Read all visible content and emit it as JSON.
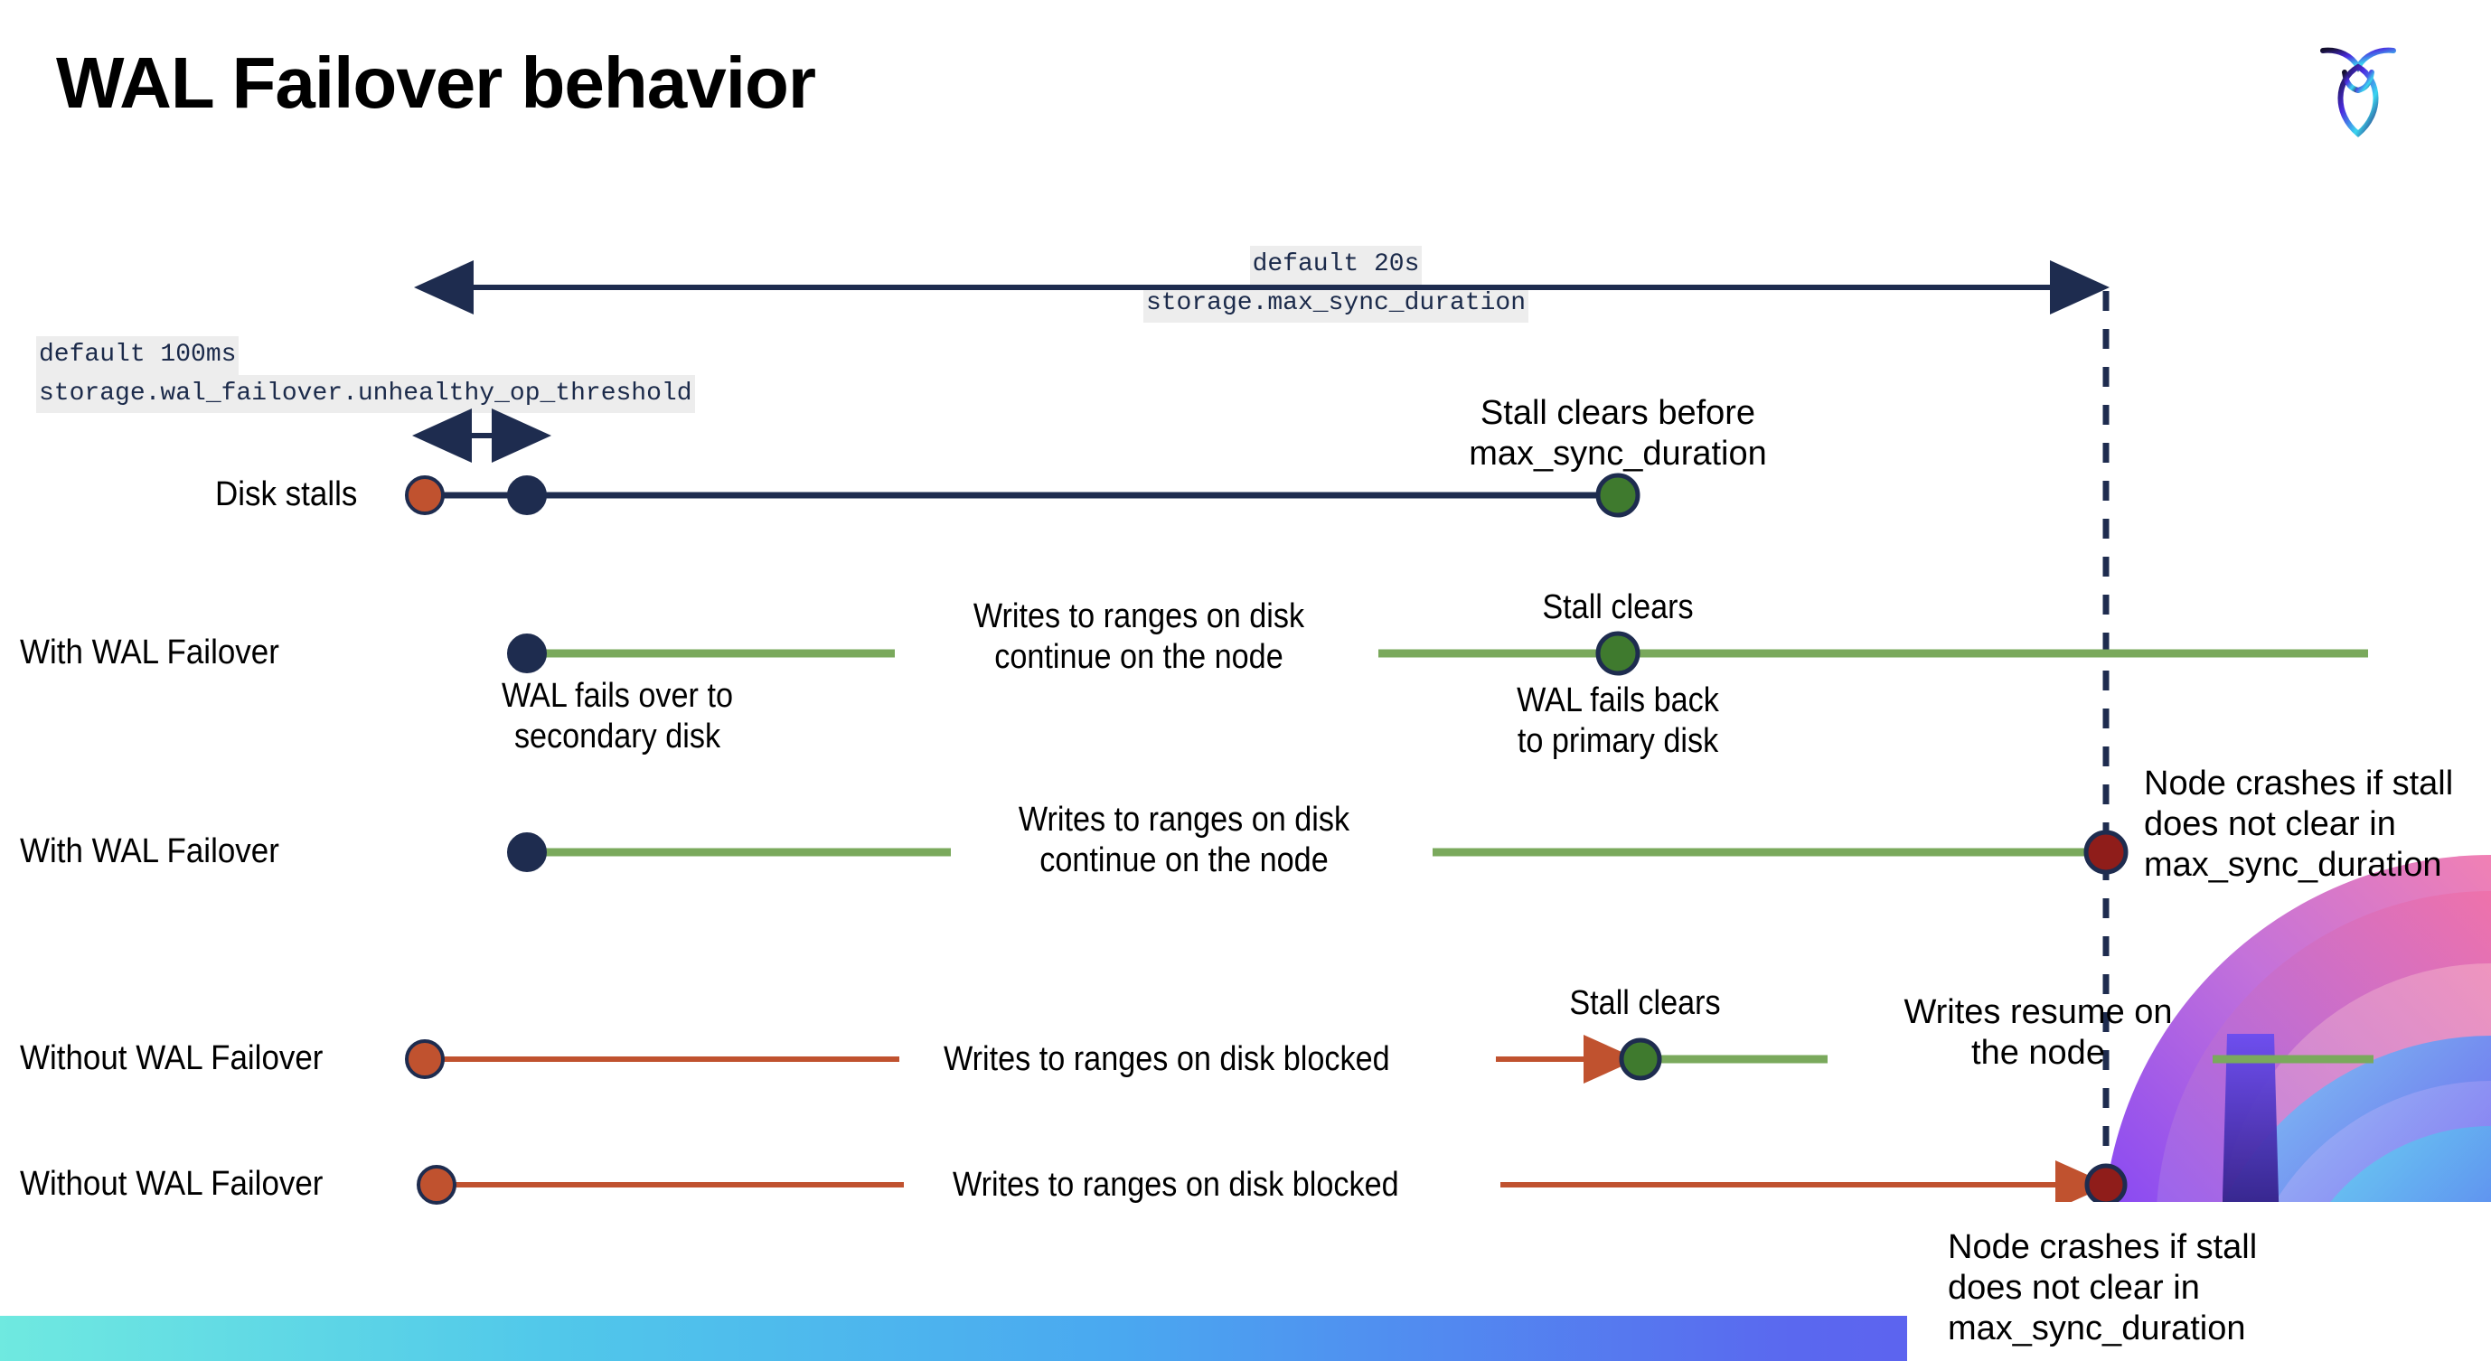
{
  "slide": {
    "title": "WAL Failover behavior",
    "logo_name": "cockroachdb-logo"
  },
  "colors": {
    "navy": "#1e2c4f",
    "green_line": "#7aa95c",
    "green_dot": "#3f7a2e",
    "orange_dot": "#c0522f",
    "red_dot": "#8f1d1a",
    "red_line": "#c0522f",
    "mono_bg": "#ededed",
    "bar_gradient_start": "#6fe9e0",
    "bar_gradient_end": "#6a4df0"
  },
  "callouts": {
    "max_sync": {
      "line1": "default 20s",
      "line2": "storage.max_sync_duration"
    },
    "unhealthy_op": {
      "line1": "default 100ms",
      "line2": "storage.wal_failover.unhealthy_op_threshold"
    }
  },
  "rows": [
    {
      "label": "Disk stalls",
      "annotations": [
        {
          "text": "Stall clears before\nmax_sync_duration"
        }
      ]
    },
    {
      "label": "With WAL Failover",
      "annotations": [
        {
          "text": "Writes to ranges on disk\ncontinue on the node"
        },
        {
          "text": "Stall clears"
        },
        {
          "text": "WAL fails over to\nsecondary disk"
        },
        {
          "text": "WAL fails  back\nto primary disk"
        }
      ]
    },
    {
      "label": "With WAL Failover",
      "annotations": [
        {
          "text": "Writes to ranges on disk\ncontinue on the node"
        },
        {
          "text": "Node crashes if stall\ndoes not clear in\nmax_sync_duration"
        }
      ]
    },
    {
      "label": "Without WAL Failover",
      "annotations": [
        {
          "text": "Writes to ranges on disk  blocked"
        },
        {
          "text": "Stall clears"
        },
        {
          "text": "Writes resume on\nthe node"
        }
      ]
    },
    {
      "label": "Without WAL Failover",
      "annotations": [
        {
          "text": "Writes to ranges on disk  blocked"
        },
        {
          "text": "Node crashes if stall\ndoes not clear in\nmax_sync_duration"
        }
      ]
    }
  ],
  "text": {
    "title": "WAL Failover behavior",
    "disk_stalls_label": "Disk stalls",
    "with_wal_failover_1": "With WAL Failover",
    "with_wal_failover_2": "With WAL Failover",
    "without_wal_failover_1": "Without WAL Failover",
    "without_wal_failover_2": "Without WAL Failover",
    "stall_clears_before": "Stall clears before",
    "max_sync_duration": "max_sync_duration",
    "writes_continue_l1": "Writes to ranges on disk",
    "writes_continue_l2": "continue on the node",
    "stall_clears": "Stall clears",
    "wal_fails_over_l1": "WAL fails over to",
    "wal_fails_over_l2": "secondary disk",
    "wal_fails_back_l1": "WAL fails  back",
    "wal_fails_back_l2": "to primary disk",
    "writes_continue2_l1": "Writes to ranges on disk",
    "writes_continue2_l2": "continue on the node",
    "node_crashes_l1": "Node crashes if stall",
    "node_crashes_l2": "does not clear in",
    "node_crashes_l3": "max_sync_duration",
    "writes_blocked_1": "Writes to ranges on disk  blocked",
    "stall_clears_2": "Stall clears",
    "writes_resume_l1": "Writes resume on",
    "writes_resume_l2": "the node",
    "writes_blocked_2": "Writes to ranges on disk  blocked",
    "node_crashes2_l1": "Node crashes if stall",
    "node_crashes2_l2": "does not clear in",
    "node_crashes2_l3": "max_sync_duration",
    "mono_max_sync_l1": "default 20s",
    "mono_max_sync_l2": "storage.max_sync_duration",
    "mono_unhealthy_l1": "default 100ms",
    "mono_unhealthy_l2": "storage.wal_failover.unhealthy_op_threshold"
  }
}
